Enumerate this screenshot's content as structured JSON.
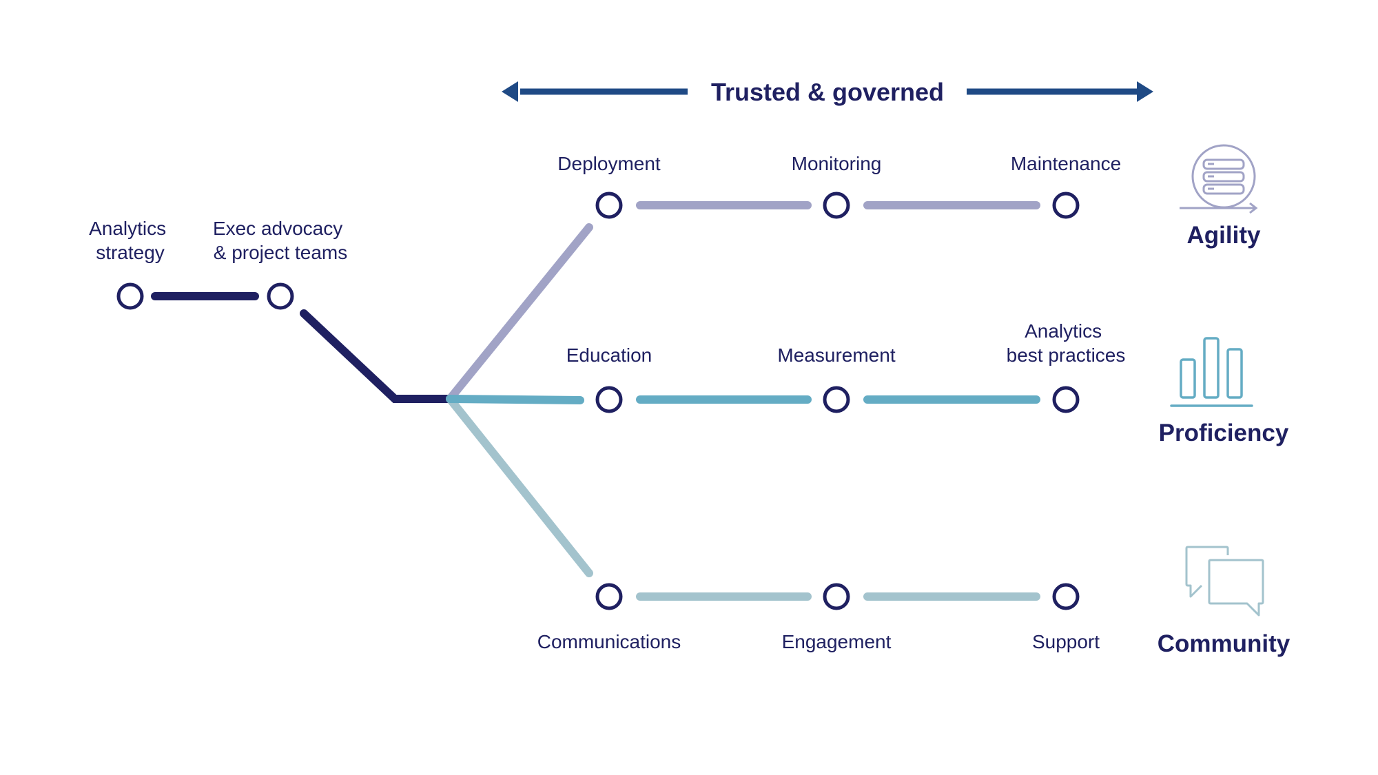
{
  "header": {
    "title": "Trusted & governed",
    "arrow_color": "#1f4a85"
  },
  "colors": {
    "navy": "#1f2061",
    "agility": "#a1a3c6",
    "proficiency": "#64acc4",
    "community": "#a3c3cd"
  },
  "start": {
    "nodes": [
      {
        "label_lines": [
          "Analytics",
          "strategy"
        ]
      },
      {
        "label_lines": [
          "Exec advocacy",
          "& project teams"
        ]
      }
    ]
  },
  "tracks": [
    {
      "name": "Agility",
      "icon": "server-rack-cycle-icon",
      "nodes": [
        {
          "label_lines": [
            "Deployment"
          ]
        },
        {
          "label_lines": [
            "Monitoring"
          ]
        },
        {
          "label_lines": [
            "Maintenance"
          ]
        }
      ]
    },
    {
      "name": "Proficiency",
      "icon": "bar-chart-icon",
      "nodes": [
        {
          "label_lines": [
            "Education"
          ]
        },
        {
          "label_lines": [
            "Measurement"
          ]
        },
        {
          "label_lines": [
            "Analytics",
            "best practices"
          ]
        }
      ]
    },
    {
      "name": "Community",
      "icon": "chat-bubbles-icon",
      "nodes": [
        {
          "label_lines": [
            "Communications"
          ]
        },
        {
          "label_lines": [
            "Engagement"
          ]
        },
        {
          "label_lines": [
            "Support"
          ]
        }
      ]
    }
  ]
}
